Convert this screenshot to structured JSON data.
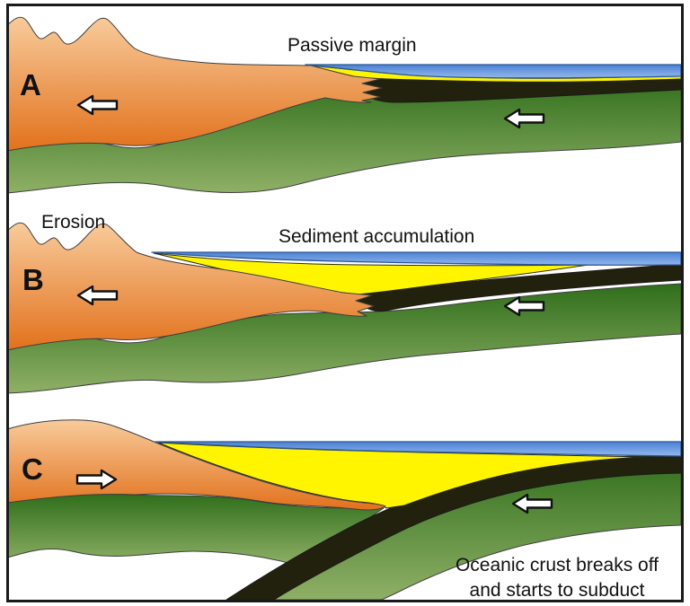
{
  "diagram": {
    "panel_a": {
      "label": "A",
      "caption": "Passive margin",
      "continent_arrow": "left",
      "ocean_arrow": "left"
    },
    "panel_b": {
      "label": "B",
      "erosion_caption": "Erosion",
      "sediment_caption": "Sediment accumulation",
      "continent_arrow": "left",
      "ocean_arrow": "left"
    },
    "panel_c": {
      "label": "C",
      "caption_line1": "Oceanic crust breaks off",
      "caption_line2": "and starts to subduct",
      "continent_arrow": "right",
      "ocean_arrow": "left"
    },
    "colors": {
      "continent_orange_top": "#F8CB9B",
      "continent_orange_bottom": "#E2711C",
      "mantle_green_top": "#2F6E1B",
      "mantle_green_bottom": "#8FB066",
      "oceanic_crust_black": "#22210E",
      "sediment_yellow": "#FFF500",
      "water_blue_top": "#4B82D3",
      "water_blue_bottom": "#93B7EC",
      "background": "#FFFFFF",
      "frame_border": "#1A1A1A"
    }
  }
}
